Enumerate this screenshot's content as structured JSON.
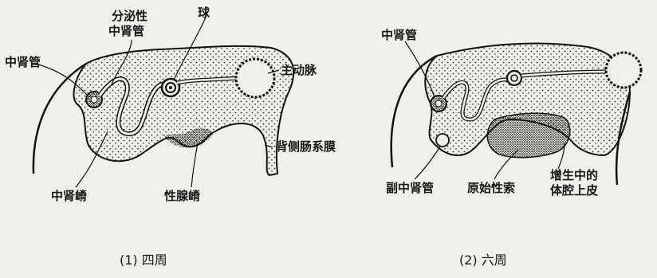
{
  "figure": {
    "panel1": {
      "labels": {
        "mesonephric_duct": "中肾管",
        "secretory_tubule_l1": "分泌性",
        "secretory_tubule_l2": "中肾管",
        "glomerulus": "球",
        "aorta": "主动脉",
        "dorsal_mesentery": "背侧肠系膜",
        "mesonephric_ridge": "中肾嵴",
        "genital_ridge": "性腺嵴"
      },
      "caption": "(1) 四周"
    },
    "panel2": {
      "labels": {
        "mesonephric_duct": "中肾管",
        "paramesonephric_duct": "副中肾管",
        "primitive_sex_cords": "原始性索",
        "proliferating_epithelium_l1": "增生中的",
        "proliferating_epithelium_l2": "体腔上皮"
      },
      "caption": "(2) 六周"
    }
  }
}
